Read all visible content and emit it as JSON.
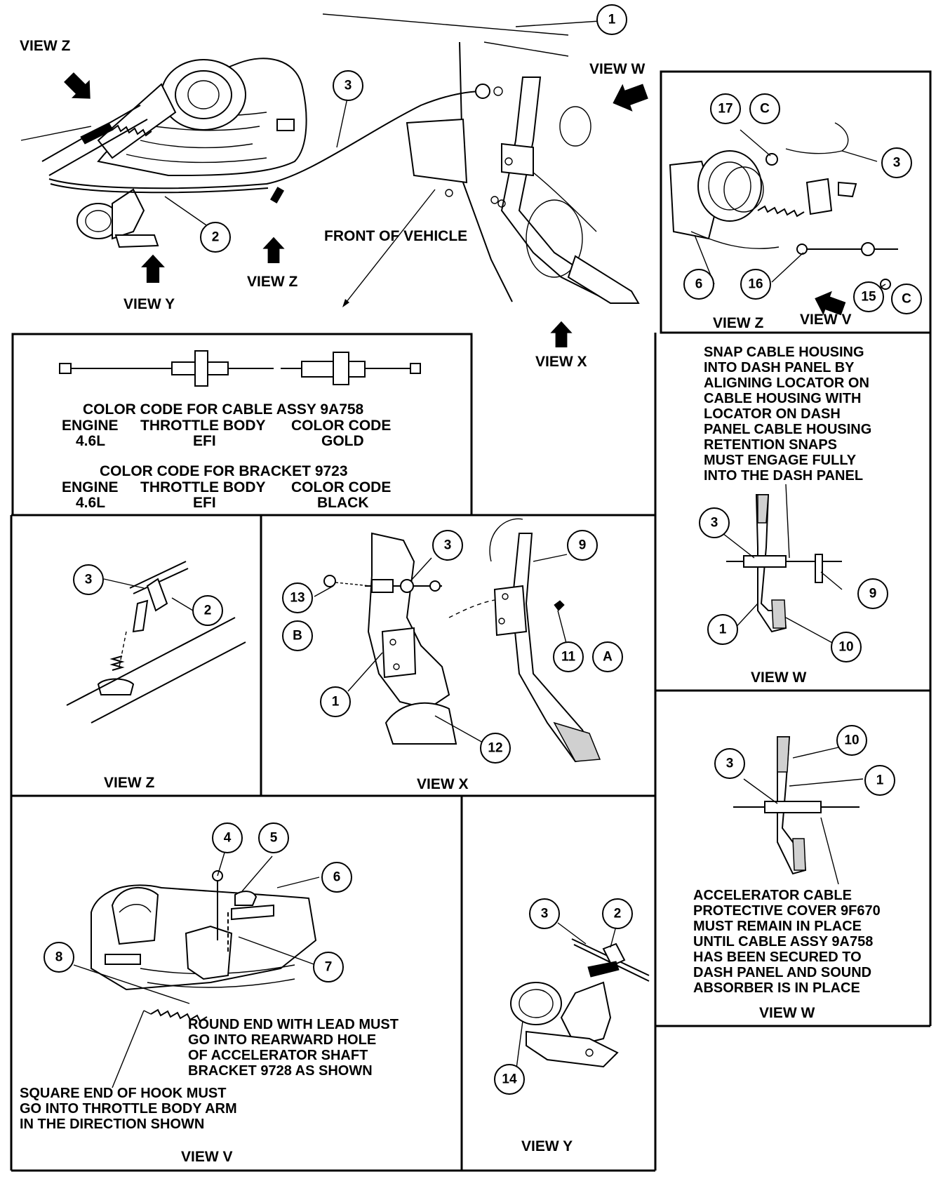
{
  "callouts": {
    "c1": "1",
    "c2": "2",
    "c3": "3",
    "c4": "4",
    "c5": "5",
    "c6": "6",
    "c7": "7",
    "c8": "8",
    "c9": "9",
    "c10": "10",
    "c11": "11",
    "c12": "12",
    "c13": "13",
    "c14": "14",
    "c15": "15",
    "c16": "16",
    "c17": "17",
    "cA": "A",
    "cB": "B",
    "cC": "C"
  },
  "main": {
    "view_z": "VIEW Z",
    "view_w": "VIEW W",
    "view_y": "VIEW Y",
    "view_x": "VIEW X",
    "front_of_vehicle": "FRONT OF VEHICLE"
  },
  "color_code": {
    "cable_title": "COLOR CODE FOR CABLE ASSY 9A758",
    "bracket_title": "COLOR CODE FOR BRACKET 9723",
    "headers": [
      "ENGINE",
      "THROTTLE BODY",
      "COLOR CODE"
    ],
    "cable_row": [
      "4.6L",
      "EFI",
      "GOLD"
    ],
    "bracket_row": [
      "4.6L",
      "EFI",
      "BLACK"
    ]
  },
  "panels": {
    "view_z_top": "VIEW Z",
    "view_v_top": "VIEW V",
    "view_w_mid": "VIEW W",
    "view_z_small": "VIEW Z",
    "view_x": "VIEW X",
    "view_w_low": "VIEW W",
    "view_v": "VIEW V",
    "view_y": "VIEW Y"
  },
  "notes": {
    "snap": [
      "SNAP CABLE HOUSING",
      "INTO DASH PANEL BY",
      "ALIGNING LOCATOR ON",
      "CABLE HOUSING WITH",
      "LOCATOR ON DASH",
      "PANEL CABLE HOUSING",
      "RETENTION SNAPS",
      "MUST ENGAGE FULLY",
      "INTO THE DASH PANEL"
    ],
    "accel": [
      "ACCELERATOR CABLE",
      "PROTECTIVE COVER 9F670",
      "MUST REMAIN IN PLACE",
      "UNTIL CABLE ASSY 9A758",
      "HAS BEEN SECURED TO",
      "DASH PANEL AND SOUND",
      "ABSORBER IS IN PLACE"
    ],
    "round_end": [
      "ROUND END WITH LEAD MUST",
      "GO INTO REARWARD HOLE",
      "OF ACCELERATOR SHAFT",
      "BRACKET 9728 AS SHOWN"
    ],
    "square_end": [
      "SQUARE END OF HOOK MUST",
      "GO INTO THROTTLE BODY ARM",
      "IN THE DIRECTION SHOWN"
    ]
  }
}
